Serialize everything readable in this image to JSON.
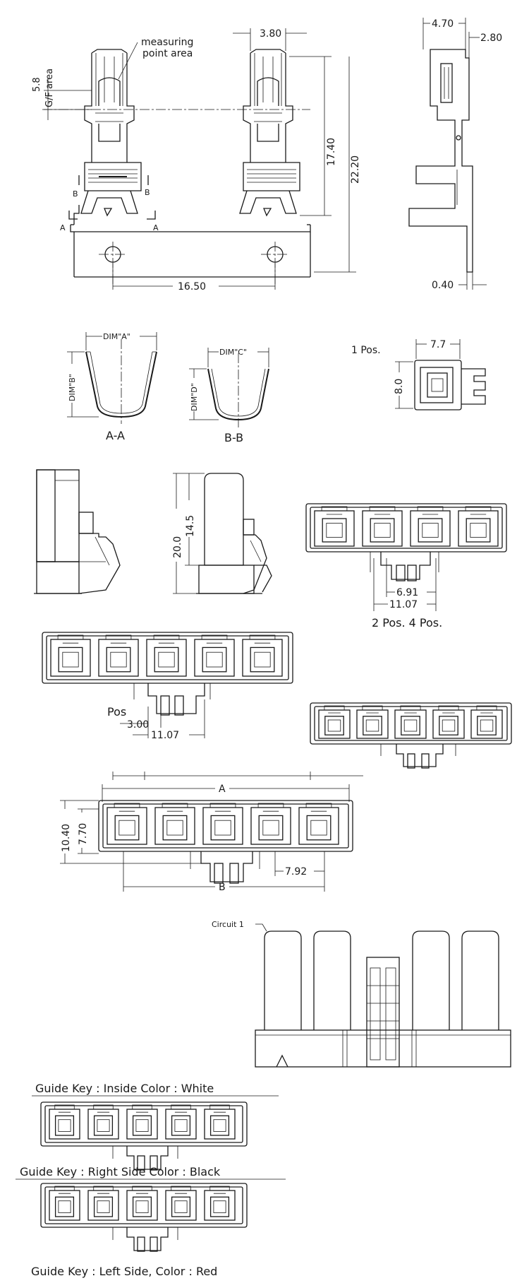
{
  "terminal": {
    "callout_measuring": "measuring",
    "callout_point_area": "point area",
    "gf_value": "5.8",
    "gf_label": "G/F area",
    "dim_width": "3.80",
    "dim_height_1": "17.40",
    "dim_height_2": "22.20",
    "dim_pitch": "16.50",
    "section_a": "A",
    "section_b": "B",
    "side_dim_1": "4.70",
    "side_dim_2": "2.80",
    "side_dim_3": "0.40"
  },
  "sections": {
    "aa_dim_width": "DIM\"A\"",
    "aa_dim_height": "DIM\"B\"",
    "aa_label": "A-A",
    "bb_dim_width": "DIM\"C\"",
    "bb_dim_height": "DIM\"D\"",
    "bb_label": "B-B"
  },
  "one_pos": {
    "label": "1 Pos.",
    "dim_width": "7.7",
    "dim_height": "8.0"
  },
  "housing_side": {
    "dim_total": "20.0",
    "dim_upper": "14.5"
  },
  "four_pos": {
    "dim_a": "6.91",
    "dim_b": "11.07",
    "caption": "2 Pos. 4 Pos."
  },
  "five_pos": {
    "pos_label": "Pos",
    "dim_a": "3.00",
    "dim_b": "11.07"
  },
  "dimensioned": {
    "dim_a_label": "A",
    "dim_b_label": "B",
    "dim_height_outer": "10.40",
    "dim_height_inner": "7.70",
    "dim_pitch": "7.92"
  },
  "side_view": {
    "circuit_label": "Circuit 1"
  },
  "guide_keys": {
    "inside": "Guide Key : Inside Color : White",
    "right": "Guide Key : Right Side Color : Black",
    "left": "Guide Key : Left Side, Color : Red"
  }
}
